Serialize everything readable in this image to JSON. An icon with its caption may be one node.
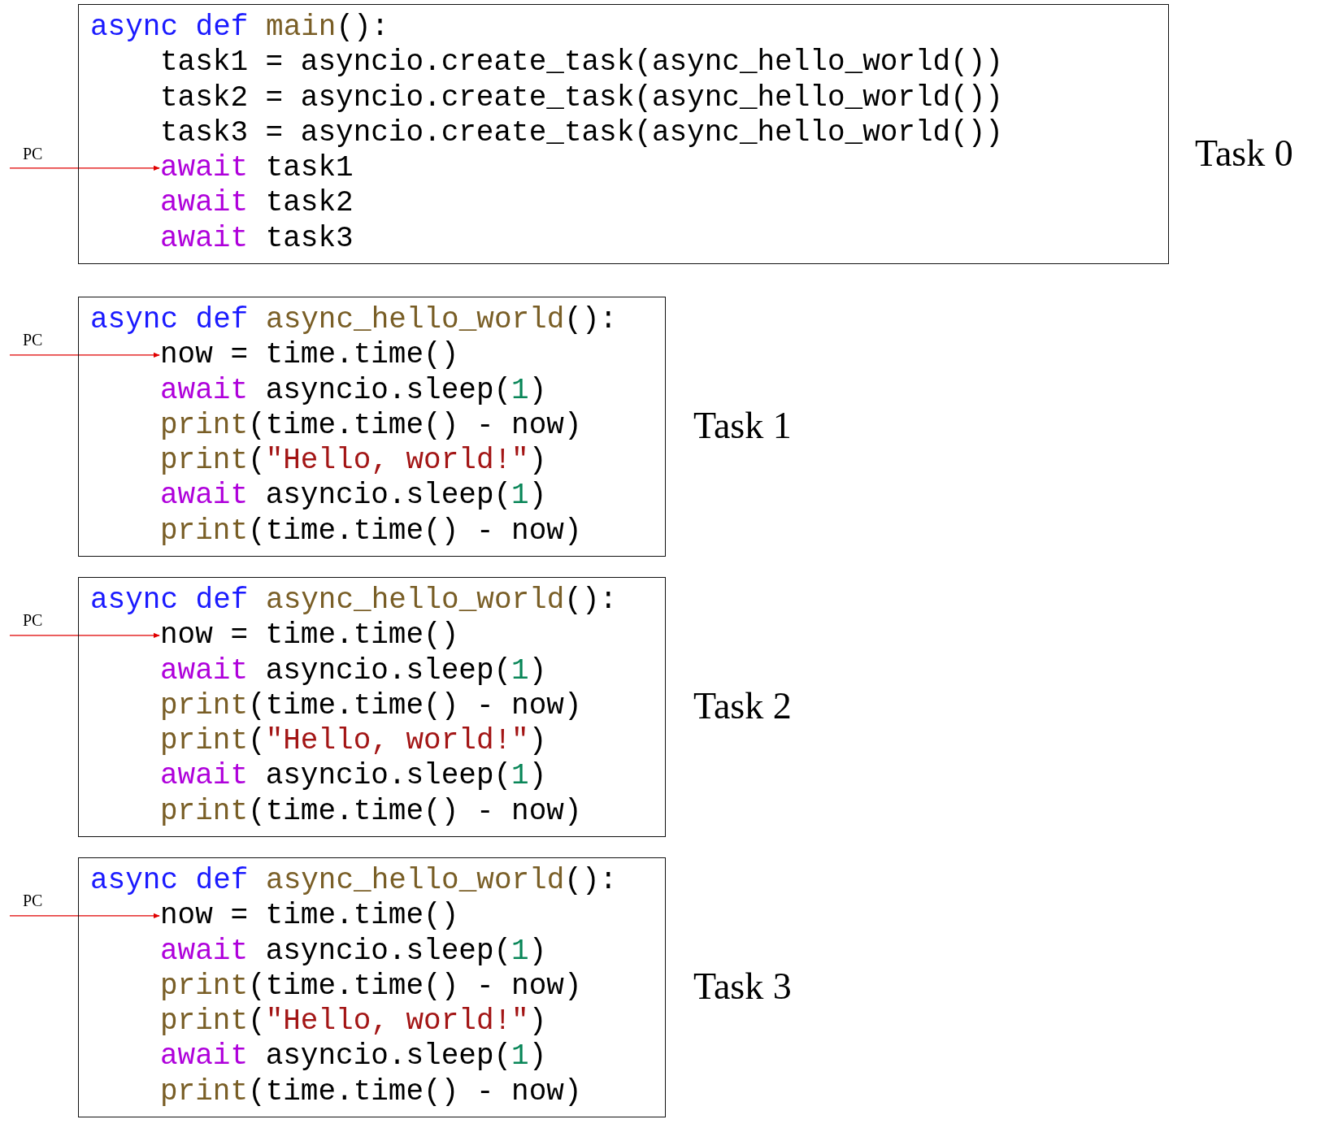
{
  "diagram": {
    "nodes": [
      {
        "text": [],
        "shape": "box",
        "beside": [
          "Task 0"
        ]
      },
      {
        "text": [
          "async def main():"
        ],
        "in": 0
      },
      {
        "text": [
          "task1 = asyncio.create_task(async_hello_world())"
        ],
        "in": 0
      },
      {
        "text": [
          "task2 = asyncio.create_task(async_hello_world())"
        ],
        "in": 0
      },
      {
        "text": [
          "task3 = asyncio.create_task(async_hello_world())"
        ],
        "in": 0
      },
      {
        "text": [
          "await task1"
        ],
        "in": 0
      },
      {
        "text": [
          "await task2"
        ],
        "in": 0
      },
      {
        "text": [
          "await task3"
        ],
        "in": 0
      },
      {
        "text": [
          "PC"
        ]
      },
      {
        "text": [],
        "shape": "box",
        "beside": [
          "Task 1"
        ]
      },
      {
        "text": [
          "async def async_hello_world():"
        ],
        "in": 9
      },
      {
        "text": [
          "now = time.time()"
        ],
        "in": 9
      },
      {
        "text": [
          "await asyncio.sleep(1)"
        ],
        "in": 9
      },
      {
        "text": [
          "print(time.time() - now)"
        ],
        "in": 9
      },
      {
        "text": [
          "print(\"Hello, world!\")"
        ],
        "in": 9
      },
      {
        "text": [
          "await asyncio.sleep(1)"
        ],
        "in": 9
      },
      {
        "text": [
          "print(time.time() - now)"
        ],
        "in": 9
      },
      {
        "text": [
          "PC"
        ]
      },
      {
        "text": [],
        "shape": "box",
        "beside": [
          "Task 2"
        ]
      },
      {
        "text": [
          "async def async_hello_world():"
        ],
        "in": 18
      },
      {
        "text": [
          "now = time.time()"
        ],
        "in": 18
      },
      {
        "text": [
          "await asyncio.sleep(1)"
        ],
        "in": 18
      },
      {
        "text": [
          "print(time.time() - now)"
        ],
        "in": 18
      },
      {
        "text": [
          "print(\"Hello, world!\")"
        ],
        "in": 18
      },
      {
        "text": [
          "await asyncio.sleep(1)"
        ],
        "in": 18
      },
      {
        "text": [
          "print(time.time() - now)"
        ],
        "in": 18
      },
      {
        "text": [
          "PC"
        ]
      },
      {
        "text": [],
        "shape": "box",
        "beside": [
          "Task 3"
        ]
      },
      {
        "text": [
          "async def async_hello_world():"
        ],
        "in": 27
      },
      {
        "text": [
          "now = time.time()"
        ],
        "in": 27
      },
      {
        "text": [
          "await asyncio.sleep(1)"
        ],
        "in": 27
      },
      {
        "text": [
          "print(time.time() - now)"
        ],
        "in": 27
      },
      {
        "text": [
          "print(\"Hello, world!\")"
        ],
        "in": 27
      },
      {
        "text": [
          "await asyncio.sleep(1)"
        ],
        "in": 27
      },
      {
        "text": [
          "print(time.time() - now)"
        ],
        "in": 27
      },
      {
        "text": [
          "PC"
        ]
      }
    ],
    "edges": [
      {
        "from": 8,
        "to": 5,
        "arrow": "to"
      },
      {
        "from": 17,
        "to": 11,
        "arrow": "to"
      },
      {
        "from": 26,
        "to": 20,
        "arrow": "to"
      },
      {
        "from": 35,
        "to": 29,
        "arrow": "to"
      }
    ]
  }
}
